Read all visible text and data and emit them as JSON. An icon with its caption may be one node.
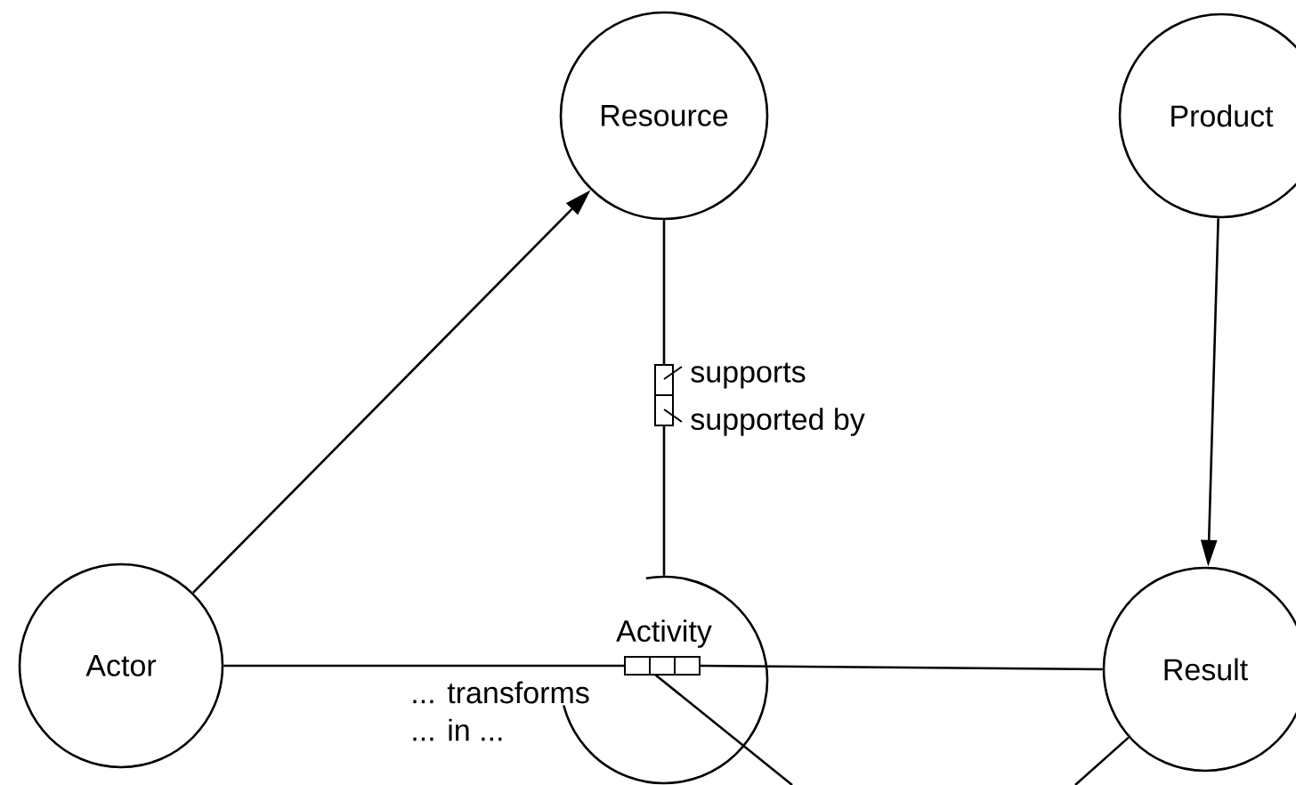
{
  "diagram": {
    "nodes": [
      {
        "text": [
          "Resource"
        ]
      },
      {
        "text": [
          "Product"
        ]
      },
      {
        "text": [
          "Actor"
        ]
      },
      {
        "text": [
          "Activity"
        ]
      },
      {
        "text": [
          "Result"
        ]
      }
    ],
    "edges": [
      {
        "from": 2,
        "to": 0,
        "arrow": "to"
      },
      {
        "from": 0,
        "to": 3,
        "arrow": "none",
        "label": "supports"
      },
      {
        "from": 1,
        "to": 4,
        "arrow": "to"
      },
      {
        "from": 2,
        "to": 3,
        "arrow": "other"
      },
      {
        "from": 3,
        "to": 4,
        "arrow": "other"
      },
      {
        "from": 3,
        "to": null,
        "arrow": "other"
      },
      {
        "from": 4,
        "to": null,
        "arrow": "none"
      }
    ],
    "labels": [
      "supported by",
      "... transforms",
      "... in ..."
    ]
  }
}
